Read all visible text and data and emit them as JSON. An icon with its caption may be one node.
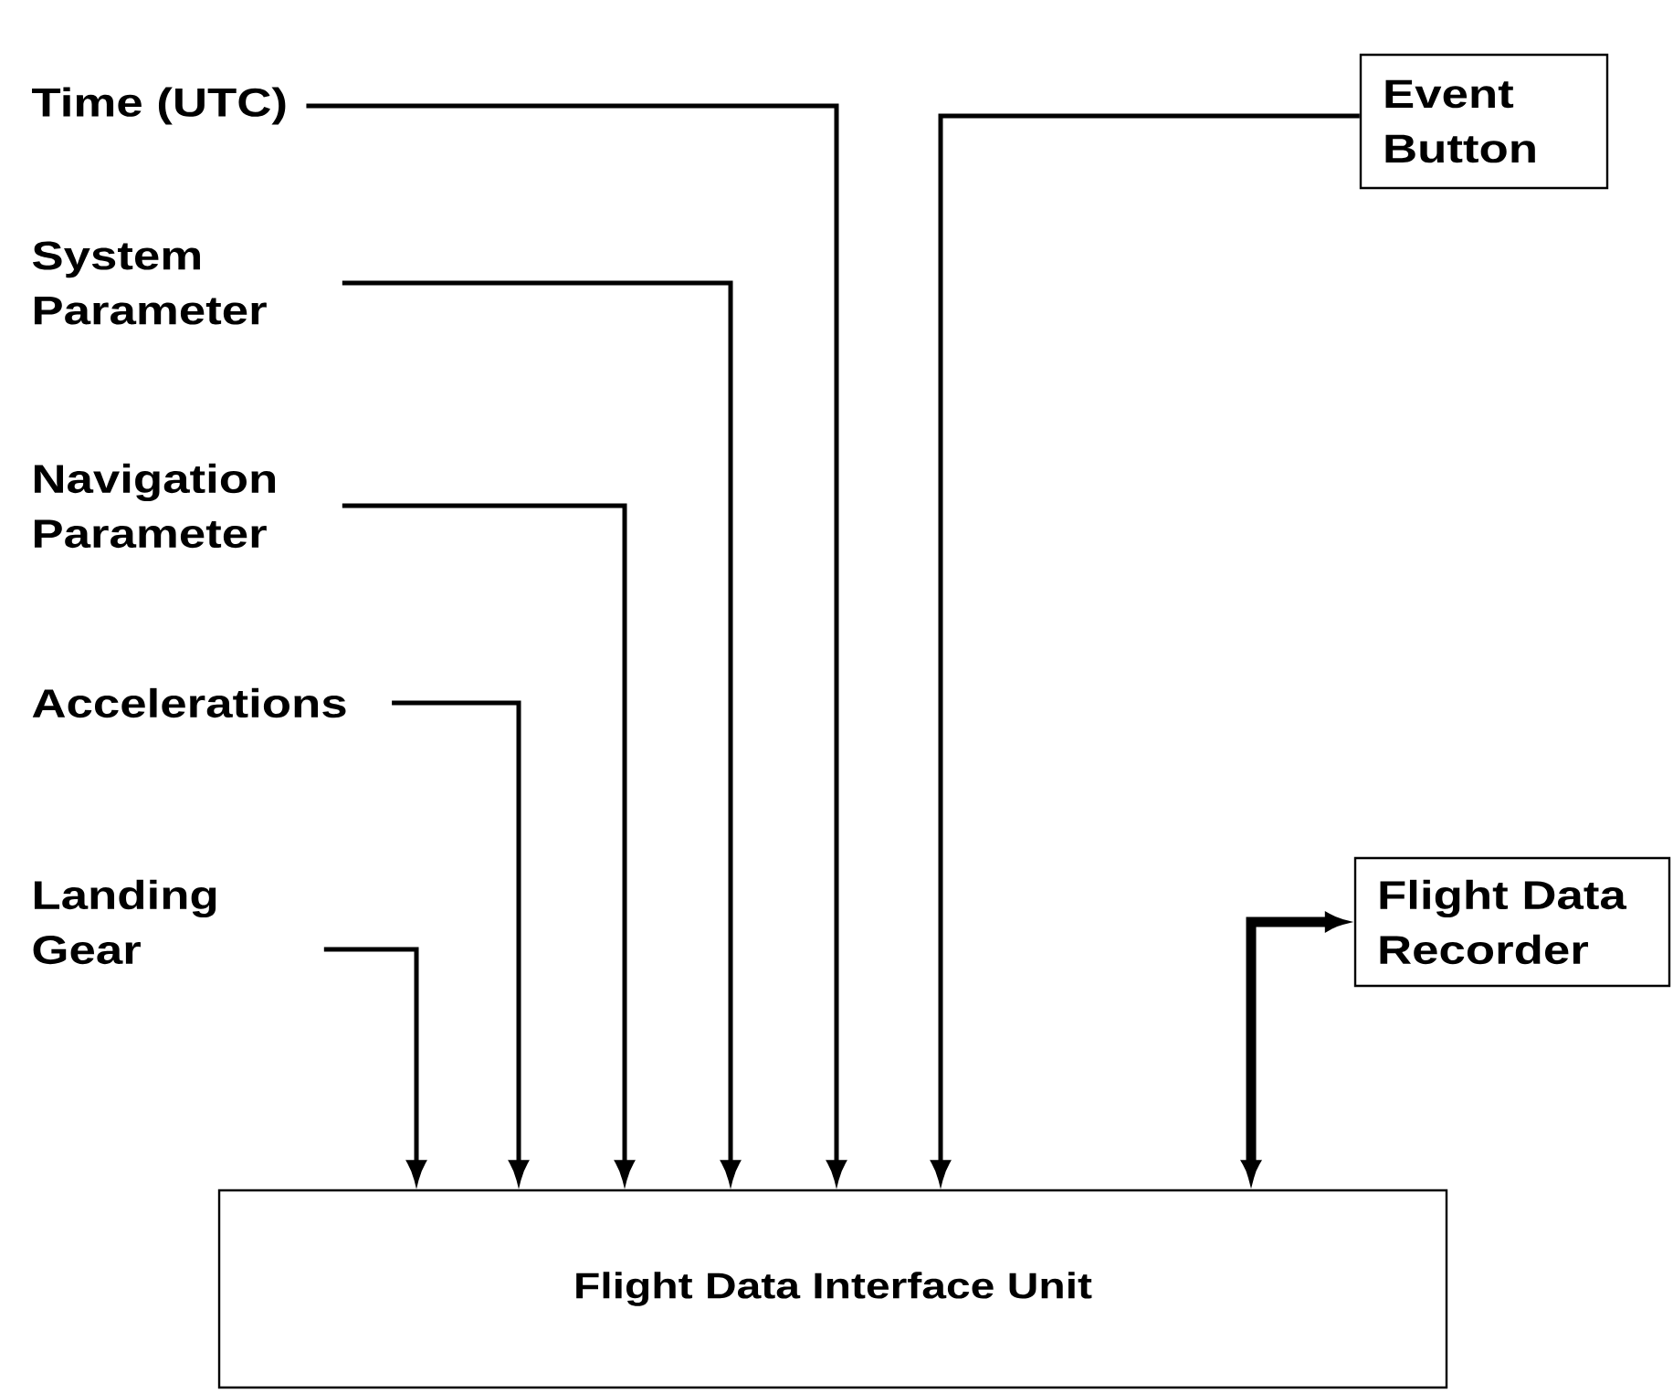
{
  "diagram": {
    "nodes": [
      {
        "text": [
          "Time (UTC)"
        ]
      },
      {
        "text": [
          "System Parameter"
        ]
      },
      {
        "text": [
          "Navigation Parameter"
        ]
      },
      {
        "text": [
          "Accelerations"
        ]
      },
      {
        "text": [
          "Landing Gear"
        ]
      },
      {
        "text": [
          "Event Button"
        ]
      },
      {
        "text": [
          "Flight Data Recorder"
        ]
      },
      {
        "text": [
          "Flight Data Interface Unit"
        ]
      }
    ],
    "edges": [
      {
        "from": 0,
        "to": 7,
        "arrow": "to"
      },
      {
        "from": 1,
        "to": 7,
        "arrow": "to"
      },
      {
        "from": 2,
        "to": 7,
        "arrow": "to"
      },
      {
        "from": 3,
        "to": 7,
        "arrow": "to"
      },
      {
        "from": 4,
        "to": 7,
        "arrow": "to"
      },
      {
        "from": 5,
        "to": 7,
        "arrow": "to"
      },
      {
        "from": 6,
        "to": 7,
        "arrow": "both",
        "style": "thick"
      }
    ]
  }
}
